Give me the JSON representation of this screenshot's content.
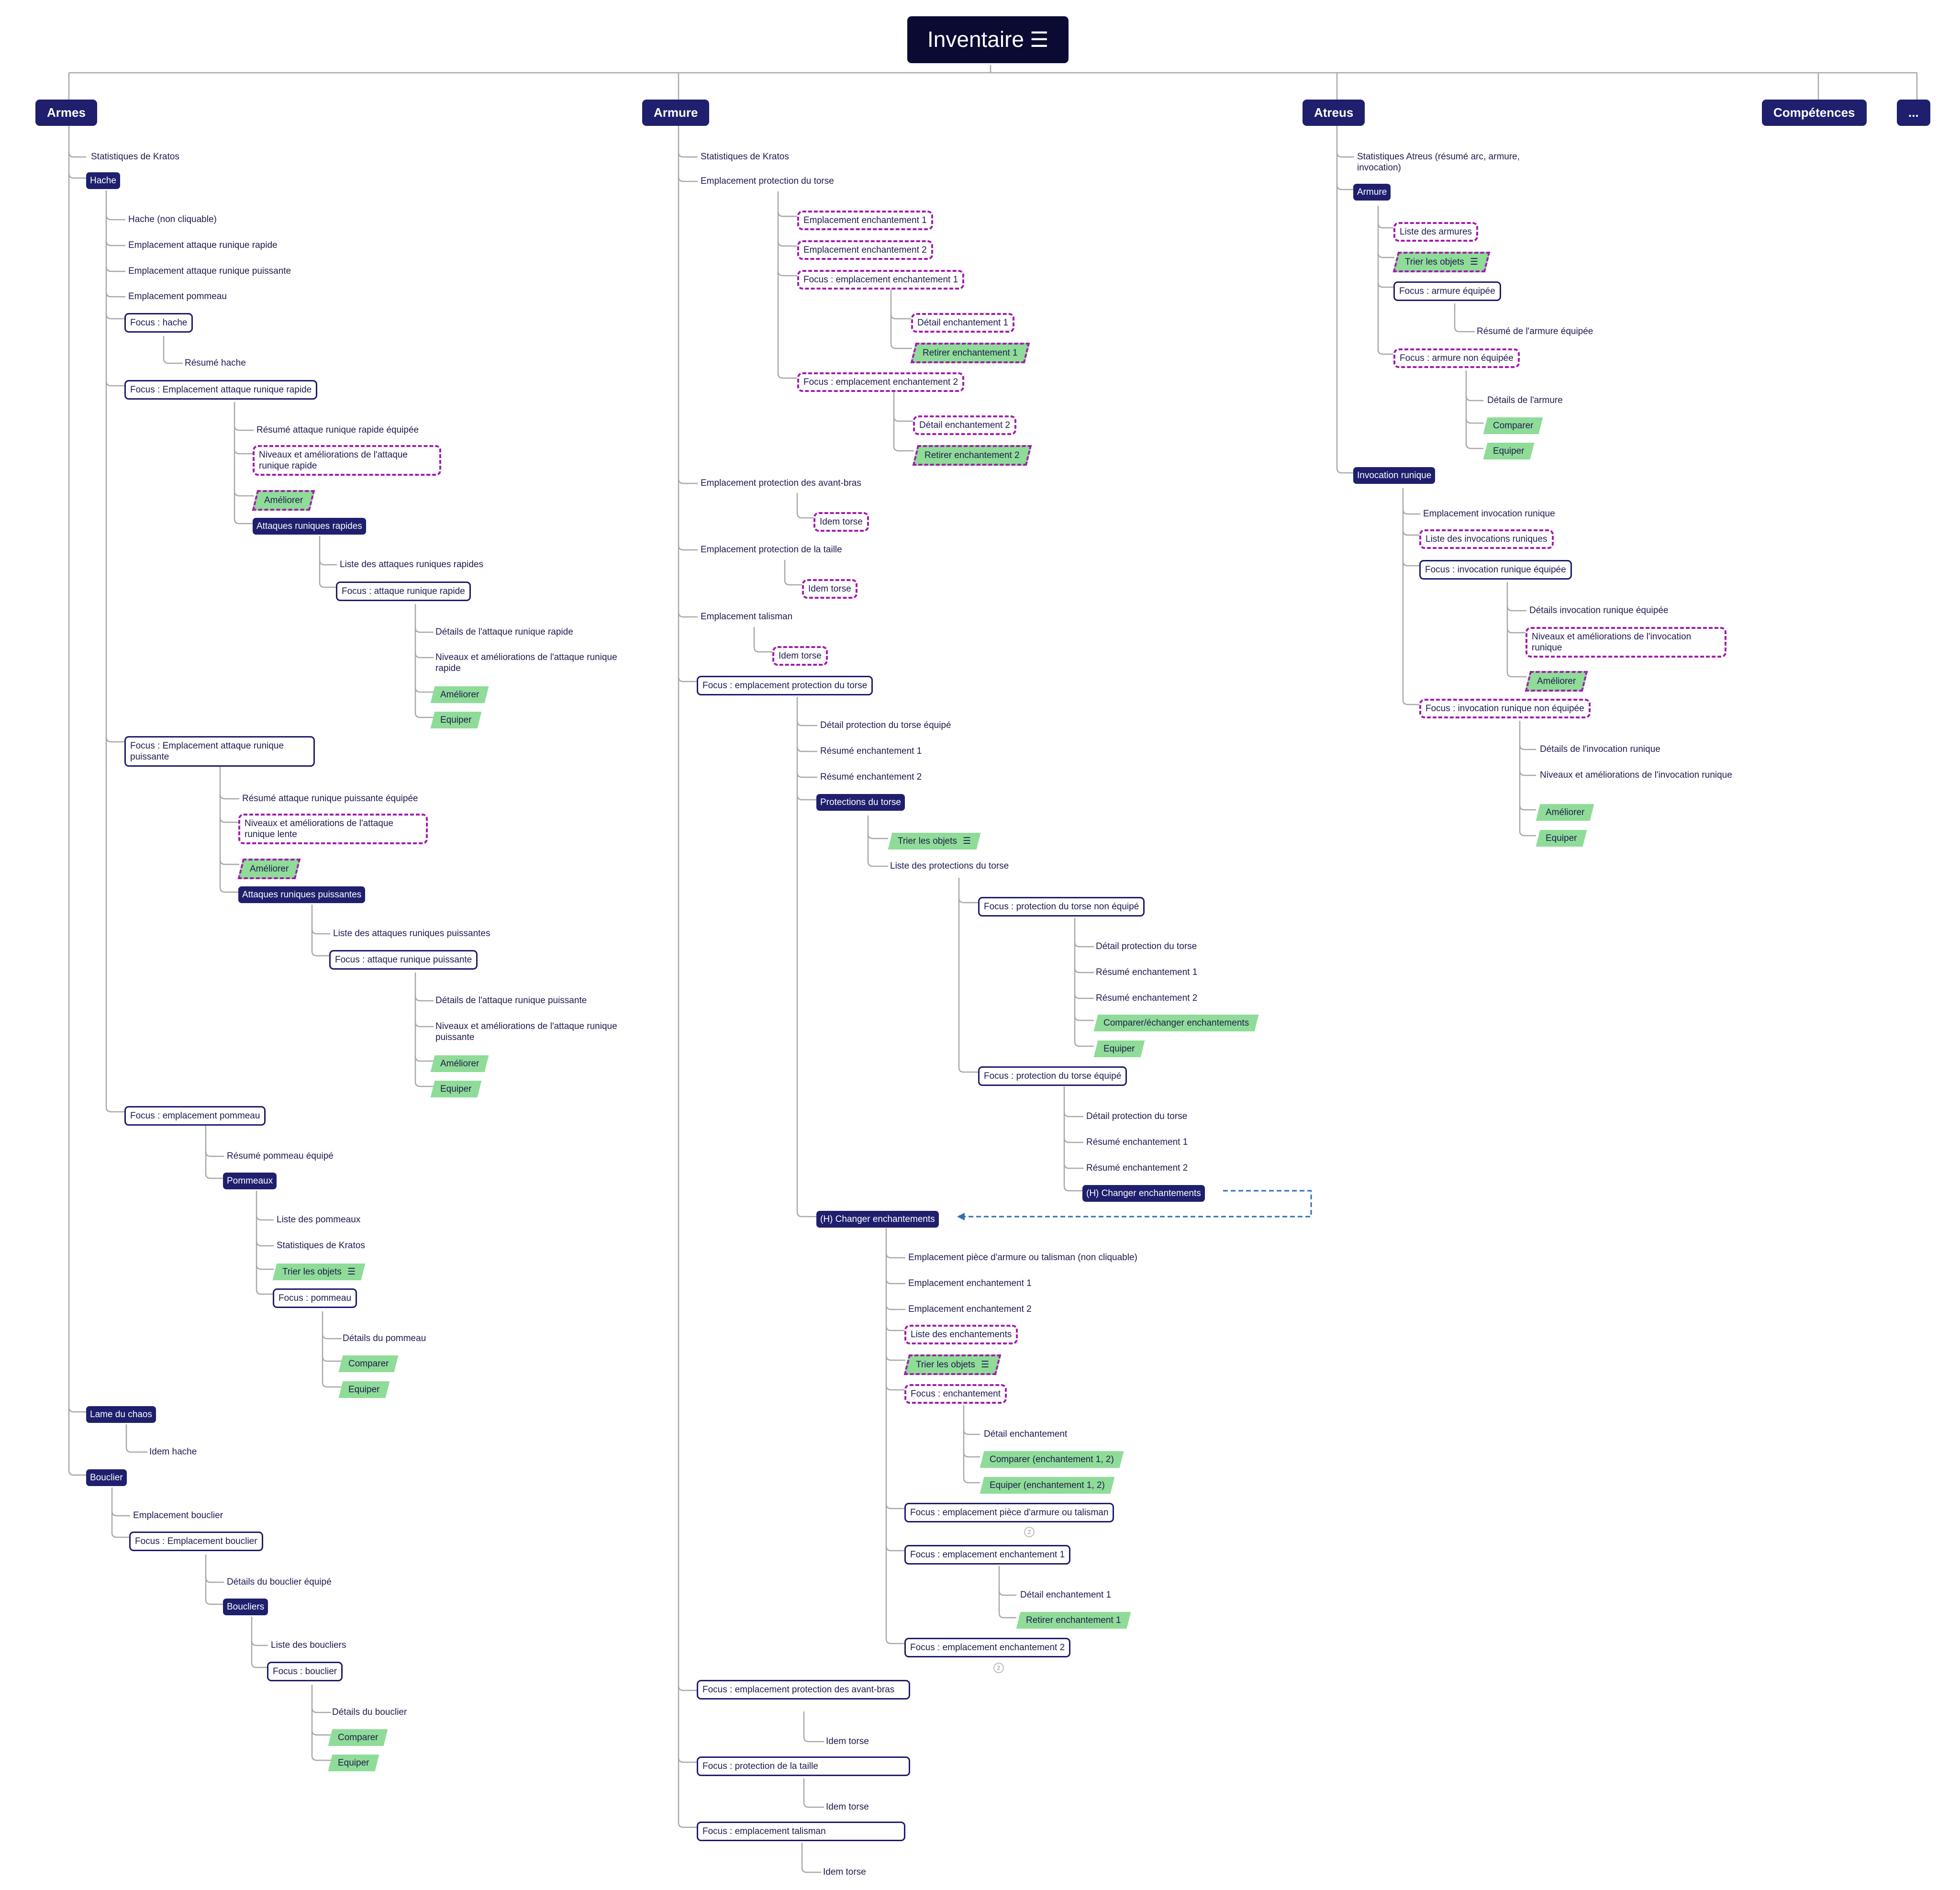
{
  "colors": {
    "root": "#0b0a33",
    "category": "#1f1f6e",
    "outline": "#1c1b6b",
    "dashed_border": "#a21caf",
    "action_fill": "#8fdc98",
    "connector": "#a8a8a8",
    "cross_link": "#2f6eb5",
    "text": "#1e1a4d"
  },
  "icons": {
    "sort": "sort-lines-icon"
  },
  "root": {
    "label": "Inventaire"
  },
  "categories": {
    "armes": "Armes",
    "armure": "Armure",
    "atreus": "Atreus",
    "competences": "Compétences",
    "more": "..."
  },
  "armes": {
    "n1": "Statistiques de Kratos",
    "n2": "Hache",
    "n3": "Hache (non cliquable)",
    "n4": "Emplacement attaque runique rapide",
    "n5": "Emplacement attaque runique puissante",
    "n6": "Emplacement pommeau",
    "n7": "Focus : hache",
    "n8": "Résumé hache",
    "n9": "Focus : Emplacement attaque runique rapide",
    "n10": "Résumé attaque runique rapide équipée",
    "n11": "Niveaux et améliorations de l'attaque runique rapide",
    "n12": "Améliorer",
    "n13": "Attaques runiques rapides",
    "n14": "Liste des attaques runiques rapides",
    "n15": "Focus : attaque runique rapide",
    "n16": "Détails de l'attaque runique rapide",
    "n17": "Niveaux et améliorations de l'attaque runique rapide",
    "n18": "Améliorer",
    "n19": "Equiper",
    "n20": "Focus : Emplacement attaque runique puissante",
    "n21": "Résumé attaque runique puissante équipée",
    "n22": "Niveaux et améliorations de l'attaque runique lente",
    "n23": "Améliorer",
    "n24": "Attaques runiques puissantes",
    "n25": "Liste des attaques runiques puissantes",
    "n26": "Focus : attaque runique puissante",
    "n27": "Détails de l'attaque runique puissante",
    "n28": "Niveaux et améliorations de l'attaque runique puissante",
    "n29": "Améliorer",
    "n30": "Equiper",
    "n31": "Focus : emplacement pommeau",
    "n32": "Résumé pommeau équipé",
    "n33": "Pommeaux",
    "n34": "Liste des pommeaux",
    "n35": "Statistiques de Kratos",
    "n36": "Trier les objets",
    "n37": "Focus : pommeau",
    "n38": "Détails du pommeau",
    "n39": "Comparer",
    "n40": "Equiper",
    "n41": "Lame du chaos",
    "n42": "Idem hache",
    "n43": "Bouclier",
    "n44": "Emplacement bouclier",
    "n45": "Focus : Emplacement bouclier",
    "n46": "Détails du bouclier équipé",
    "n47": "Boucliers",
    "n48": "Liste des boucliers",
    "n49": "Focus : bouclier",
    "n50": "Détails du bouclier",
    "n51": "Comparer",
    "n52": "Equiper"
  },
  "armure": {
    "n1": "Statistiques de Kratos",
    "n2": "Emplacement protection du torse",
    "n3": "Emplacement enchantement 1",
    "n4": "Emplacement enchantement 2",
    "n5": "Focus : emplacement enchantement 1",
    "n6": "Détail enchantement 1",
    "n7": "Retirer enchantement 1",
    "n8": "Focus : emplacement enchantement 2",
    "n9": "Détail enchantement 2",
    "n10": "Retirer enchantement 2",
    "n11": "Emplacement protection des avant-bras",
    "n12": "Idem torse",
    "n13": "Emplacement protection de la taille",
    "n14": "Idem torse",
    "n15": "Emplacement talisman",
    "n16": "Idem torse",
    "n17": "Focus : emplacement protection du torse",
    "n18": "Détail protection du torse équipé",
    "n19": "Résumé enchantement 1",
    "n20": "Résumé enchantement 2",
    "n21": "Protections du torse",
    "n22": "Trier les objets",
    "n23": "Liste des protections du torse",
    "n24": "Focus : protection du torse non équipé",
    "n25": "Détail protection du torse",
    "n26": "Résumé enchantement 1",
    "n27": "Résumé enchantement 2",
    "n28": "Comparer/échanger enchantements",
    "n29": "Equiper",
    "n30": "Focus : protection du torse équipé",
    "n31": "Détail protection du torse",
    "n32": "Résumé enchantement 1",
    "n33": "Résumé enchantement 2",
    "n34": "(H) Changer enchantements",
    "n35": "(H) Changer enchantements",
    "n36": "Emplacement pièce d'armure ou talisman (non cliquable)",
    "n37": "Emplacement enchantement 1",
    "n38": "Emplacement enchantement 2",
    "n39": "Liste des enchantements",
    "n40": "Trier les objets",
    "n41": "Focus : enchantement",
    "n42": "Détail enchantement",
    "n43": "Comparer (enchantement 1, 2)",
    "n44": "Equiper (enchantement 1, 2)",
    "n45": "Focus : emplacement pièce d'armure ou talisman",
    "n45b": "2",
    "n46": "Focus : emplacement enchantement 1",
    "n47": "Détail enchantement 1",
    "n48": "Retirer enchantement 1",
    "n49": "Focus : emplacement enchantement 2",
    "n49b": "2",
    "n50": "Focus : emplacement protection des avant-bras",
    "n51": "Idem torse",
    "n52": "Focus : protection de la taille",
    "n53": "Idem torse",
    "n54": "Focus : emplacement talisman",
    "n55": "Idem torse"
  },
  "atreus": {
    "n1": "Statistiques Atreus (résumé arc, armure, invocation)",
    "n2": "Armure",
    "n3": "Liste des armures",
    "n4": "Trier les objets",
    "n5": "Focus : armure équipée",
    "n6": "Résumé de l'armure équipée",
    "n7": "Focus : armure non équipée",
    "n8": "Détails de l'armure",
    "n9": "Comparer",
    "n10": "Equiper",
    "n11": "Invocation runique",
    "n12": "Emplacement invocation runique",
    "n13": "Liste des invocations runiques",
    "n14": "Focus : invocation runique équipée",
    "n15": "Détails invocation runique équipée",
    "n16": "Niveaux et améliorations de l'invocation runique",
    "n17": "Améliorer",
    "n18": "Focus : invocation runique non équipée",
    "n19": "Détails de l'invocation runique",
    "n20": "Niveaux et améliorations de l'invocation runique",
    "n21": "Améliorer",
    "n22": "Equiper"
  }
}
